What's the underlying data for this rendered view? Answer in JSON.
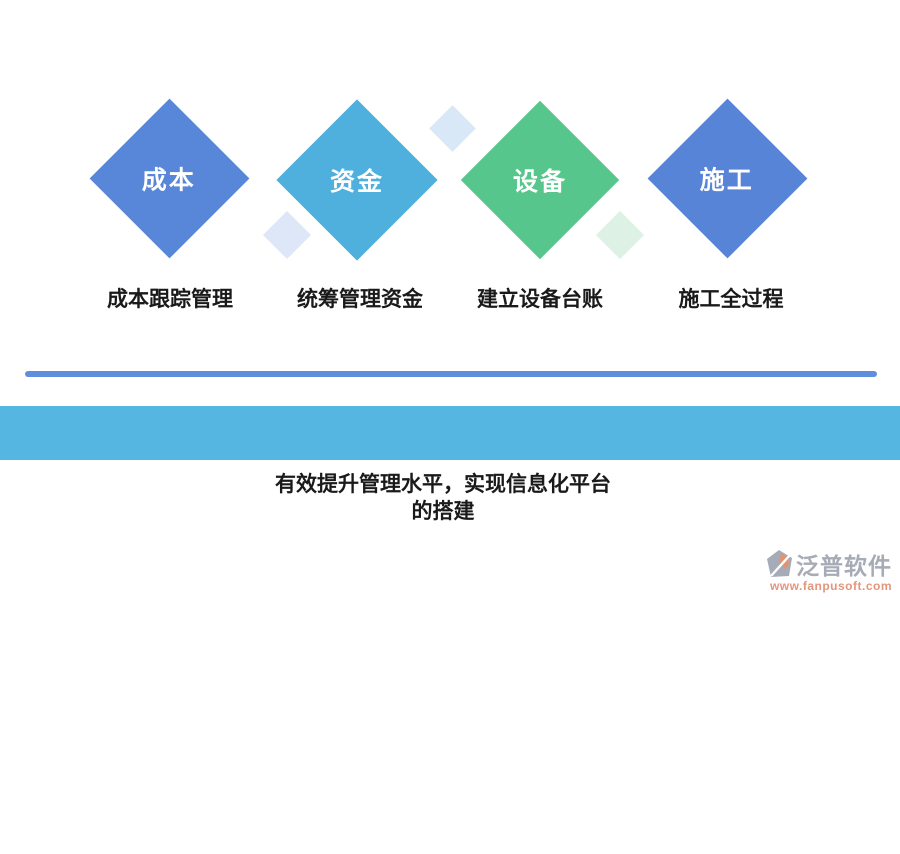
{
  "diamonds": [
    {
      "label": "成本",
      "caption": "成本跟踪管理",
      "color": "#5886d8"
    },
    {
      "label": "资金",
      "caption": "统筹管理资金",
      "color": "#4fb0dd"
    },
    {
      "label": "设备",
      "caption": "建立设备台账",
      "color": "#57c68c"
    },
    {
      "label": "施工",
      "caption": "施工全过程",
      "color": "#5884d8"
    }
  ],
  "decor": {
    "mini1_color": "#d9e8f7",
    "mini2_color": "#dde7f8",
    "mini3_color": "#def1e5"
  },
  "divider": {
    "color": "#5f8fdc"
  },
  "banner": {
    "color": "#55b6e2",
    "arrow_color": "#ffffff"
  },
  "summary": {
    "line1": "有效提升管理水平，实现信息化平台",
    "line2": "的搭建"
  },
  "logo": {
    "name": "泛普软件",
    "url": "www.fanpusoft.com",
    "name_color": "#9aa0ad",
    "url_color": "#e0886a",
    "icon_gray": "#9aa0af",
    "icon_orange": "#dd8660"
  }
}
